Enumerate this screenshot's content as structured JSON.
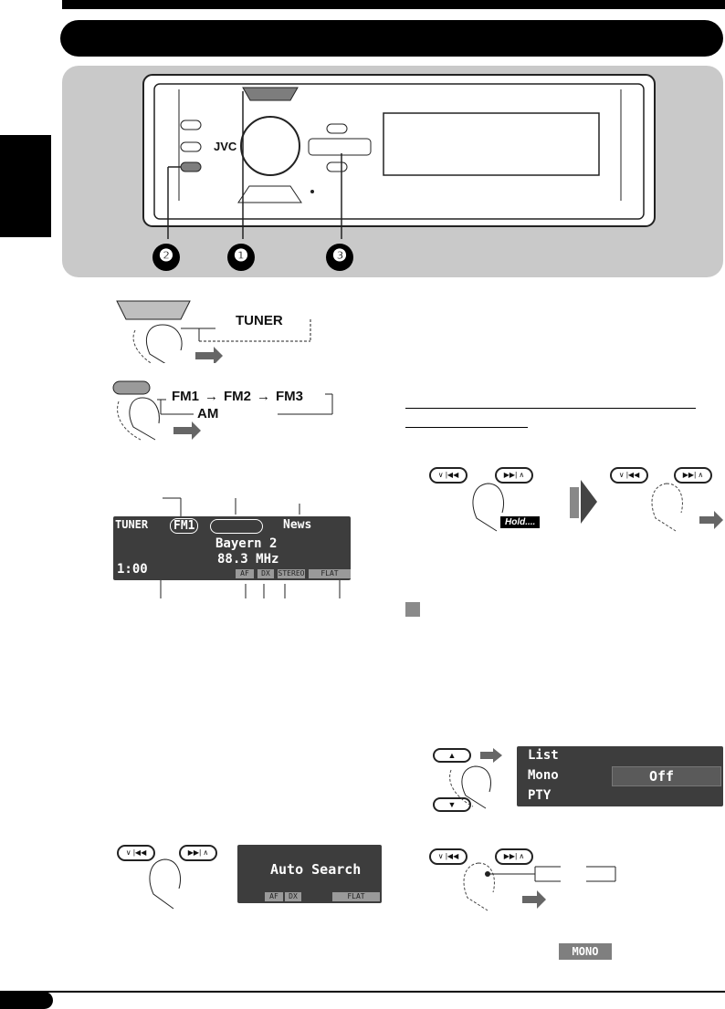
{
  "header": {
    "title": ""
  },
  "brand": "JVC",
  "callouts": [
    "❷",
    "❶",
    "❸"
  ],
  "source_flow": {
    "first": "TUNER"
  },
  "band_flow": {
    "bands": [
      "FM1",
      "FM2",
      "FM3"
    ],
    "return": "AM"
  },
  "tuner_display": {
    "source": "TUNER",
    "band": "FM1",
    "pty": "News",
    "station": "Bayern 2",
    "frequency": "88.3 MHz",
    "clock": "1:00",
    "indicators": [
      "AF",
      "DX",
      "STEREO",
      "FLAT"
    ]
  },
  "hold_label": "Hold....",
  "auto_search": {
    "text": "Auto Search",
    "indicators": [
      "AF",
      "DX",
      "FLAT"
    ]
  },
  "menu_display": {
    "items": [
      "List",
      "Mono",
      "PTY"
    ],
    "value": "Off"
  },
  "mono_indicator": "MONO",
  "buttons": {
    "prev": "∨ |◀◀",
    "next": "▶▶| ∧"
  }
}
